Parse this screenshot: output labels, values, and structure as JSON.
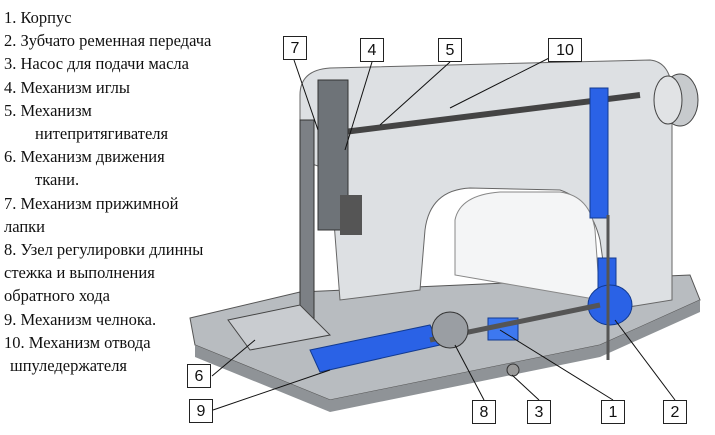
{
  "legend": [
    {
      "line1": "1. Корпус"
    },
    {
      "line1": "2. Зубчато ременная передача"
    },
    {
      "line1": "3. Насос для подачи масла"
    },
    {
      "line1": "4. Механизм иглы"
    },
    {
      "line1": "5. Механизм",
      "line2": "нитепритягивателя"
    },
    {
      "line1": "6. Механизм движения",
      "line2": "ткани."
    },
    {
      "line1": "7. Механизм прижимной",
      "line2": "лапки"
    },
    {
      "line1": "8. Узел регулировки длинны",
      "line2": "стежка и выполнения",
      "line3": "обратного хода"
    },
    {
      "line1": "9. Механизм челнока."
    },
    {
      "line1": "10. Механизм отвода",
      "line2": "шпуледержателя"
    }
  ],
  "callouts": [
    "1",
    "2",
    "3",
    "4",
    "5",
    "6",
    "7",
    "8",
    "9",
    "10"
  ],
  "colors": {
    "body": "#d9dcdf",
    "base": "#b9bdc1",
    "mechanism_blue": "#1f5fe0",
    "outline": "#333333"
  }
}
